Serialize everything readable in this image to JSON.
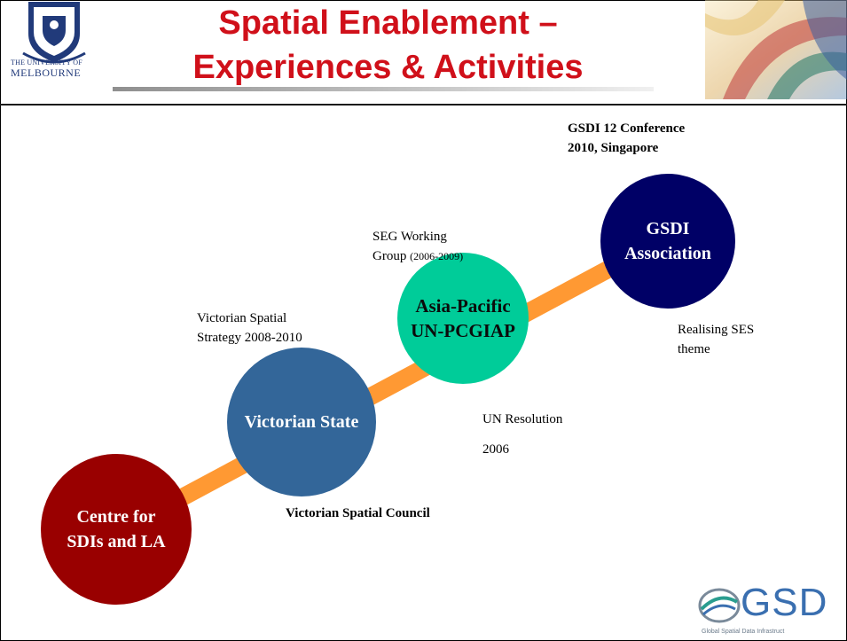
{
  "header": {
    "title_line1": "Spatial Enablement –",
    "title_line2": "Experiences & Activities",
    "university_line1": "THE UNIVERSITY OF",
    "university_line2": "MELBOURNE"
  },
  "nodes": [
    {
      "label_line1": "Centre for",
      "label_line2": "SDIs and LA",
      "color": "#990000"
    },
    {
      "label_line1": "Victorian State",
      "label_line2": "",
      "color": "#336699"
    },
    {
      "label_line1": "Asia-Pacific",
      "label_line2": "UN-PCGIAP",
      "color": "#00cc99"
    },
    {
      "label_line1": "GSDI",
      "label_line2": "Association",
      "color": "#000066"
    }
  ],
  "annotations": {
    "gsdi_conf_line1": "GSDI 12 Conference",
    "gsdi_conf_line2": "2010, Singapore",
    "seg_line1": "SEG Working",
    "seg_line2": "Group",
    "seg_years": "(2006-2009)",
    "vss_line1": "Victorian Spatial",
    "vss_line2": "Strategy 2008-2010",
    "realising_line1": "Realising SES",
    "realising_line2": "theme",
    "un_resolution": "UN Resolution",
    "un_year": "2006",
    "vsc": "Victorian Spatial Council"
  },
  "logo": {
    "text": "GSD",
    "subtext": "Global Spatial Data Infrastruct"
  },
  "colors": {
    "title": "#d0101a",
    "connector": "#ff9933"
  }
}
